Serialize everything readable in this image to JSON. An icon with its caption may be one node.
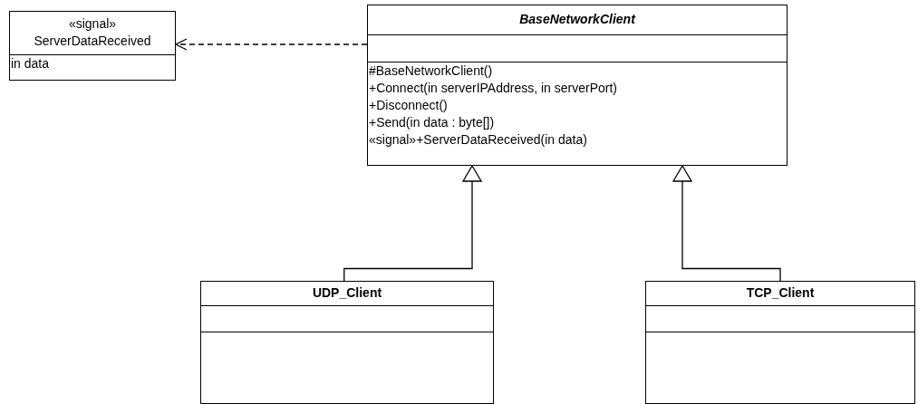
{
  "diagram": {
    "nodes": [
      {
        "text": [
          "«signal»",
          "ServerDataReceived",
          "in data"
        ]
      },
      {
        "text": [
          "BaseNetworkClient",
          "#BaseNetworkClient()",
          "+Connect(in serverIPAddress, in serverPort)",
          "+Disconnect()",
          "+Send(in data : byte[])",
          "«signal»+ServerDataReceived(in data)"
        ]
      },
      {
        "text": [
          "UDP_Client"
        ]
      },
      {
        "text": [
          "TCP_Client"
        ]
      }
    ],
    "edges": [
      {
        "from": 1,
        "to": 0,
        "arrow": "to",
        "style": "dashed"
      },
      {
        "from": 2,
        "to": 1,
        "arrow": "to"
      },
      {
        "from": 3,
        "to": 1,
        "arrow": "to"
      }
    ]
  }
}
